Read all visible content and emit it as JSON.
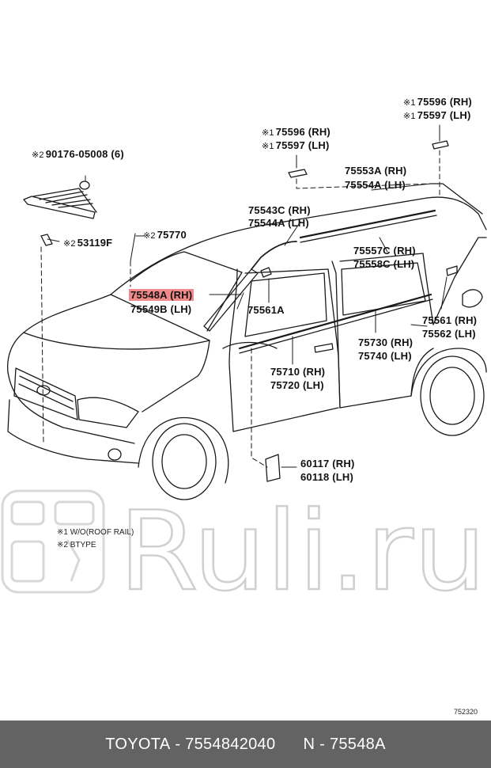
{
  "diagram": {
    "labels": {
      "p90176": {
        "mark": "※2",
        "text": "90176-05008 (6)"
      },
      "p53119": {
        "mark": "※2",
        "text": "53119F"
      },
      "p75770": {
        "mark": "※2",
        "text": "75770"
      },
      "p75596a": {
        "mark": "※1",
        "text": "75596 (RH)"
      },
      "p75597a": {
        "mark": "※1",
        "text": "75597 (LH)"
      },
      "p75596b": {
        "mark": "※1",
        "text": "75596 (RH)"
      },
      "p75597b": {
        "mark": "※1",
        "text": "75597 (LH)"
      },
      "p75553a": "75553A (RH)",
      "p75554a": "75554A (LH)",
      "p75543c": "75543C (RH)",
      "p75544a": "75544A (LH)",
      "p75557c": "75557C (RH)",
      "p75558c": "75558C (LH)",
      "p75548a": "75548A (RH)",
      "p75549b": "75549B (LH)",
      "p75561a": "75561A",
      "p75561": "75561 (RH)",
      "p75562": "75562 (LH)",
      "p75730": "75730 (RH)",
      "p75740": "75740 (LH)",
      "p75710": "75710 (RH)",
      "p75720": "75720 (LH)",
      "p60117": "60117 (RH)",
      "p60118": "60118 (LH)"
    },
    "notes": [
      "※1 W/O(ROOF RAIL)",
      "※2 BTYPE"
    ],
    "figure_number": "752320",
    "highlight_color": "#f08a8a"
  },
  "watermark": {
    "text": "Ruli.ru"
  },
  "footer": {
    "brand": "TOYOTA",
    "part_number": "7554842040",
    "ref": "N - 75548A"
  }
}
